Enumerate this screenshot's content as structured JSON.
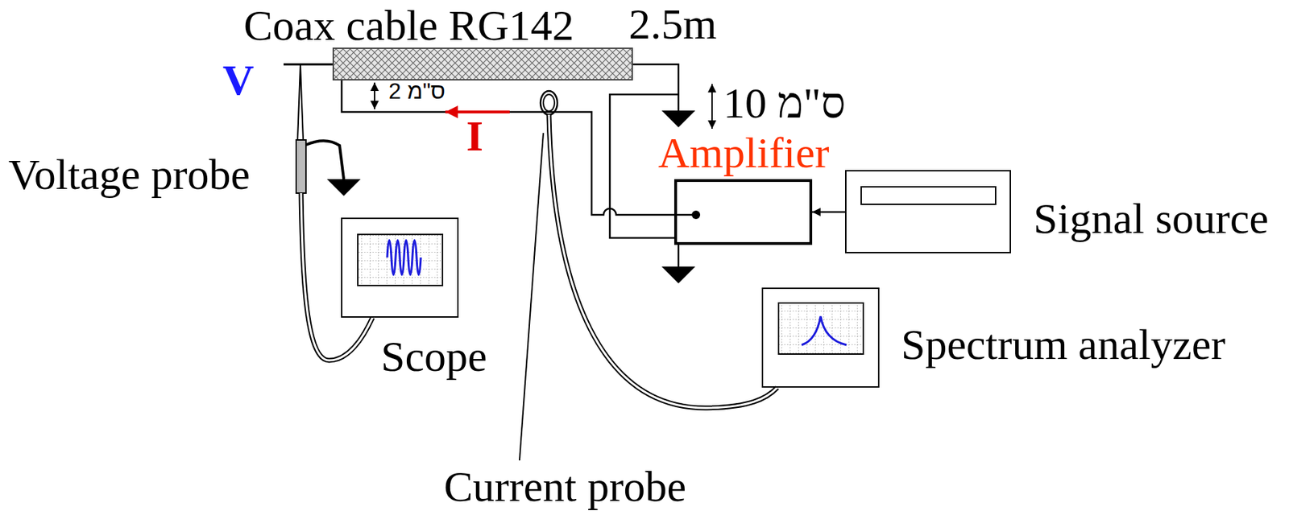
{
  "diagram": {
    "nodes": [
      {
        "text": [
          "Coax cable RG142"
        ]
      },
      {
        "text": [
          "Amplifier"
        ]
      },
      {
        "text": [
          "Signal source"
        ]
      },
      {
        "text": [
          "Scope"
        ]
      },
      {
        "text": [
          "Spectrum analyzer"
        ]
      }
    ],
    "edges": [
      {
        "from": 2,
        "to": 1,
        "arrow": "to"
      }
    ],
    "labels": [
      "2.5m",
      "V",
      "2 ס\"מ",
      "10 ס\"מ",
      "I",
      "Voltage probe",
      "Current probe"
    ]
  }
}
